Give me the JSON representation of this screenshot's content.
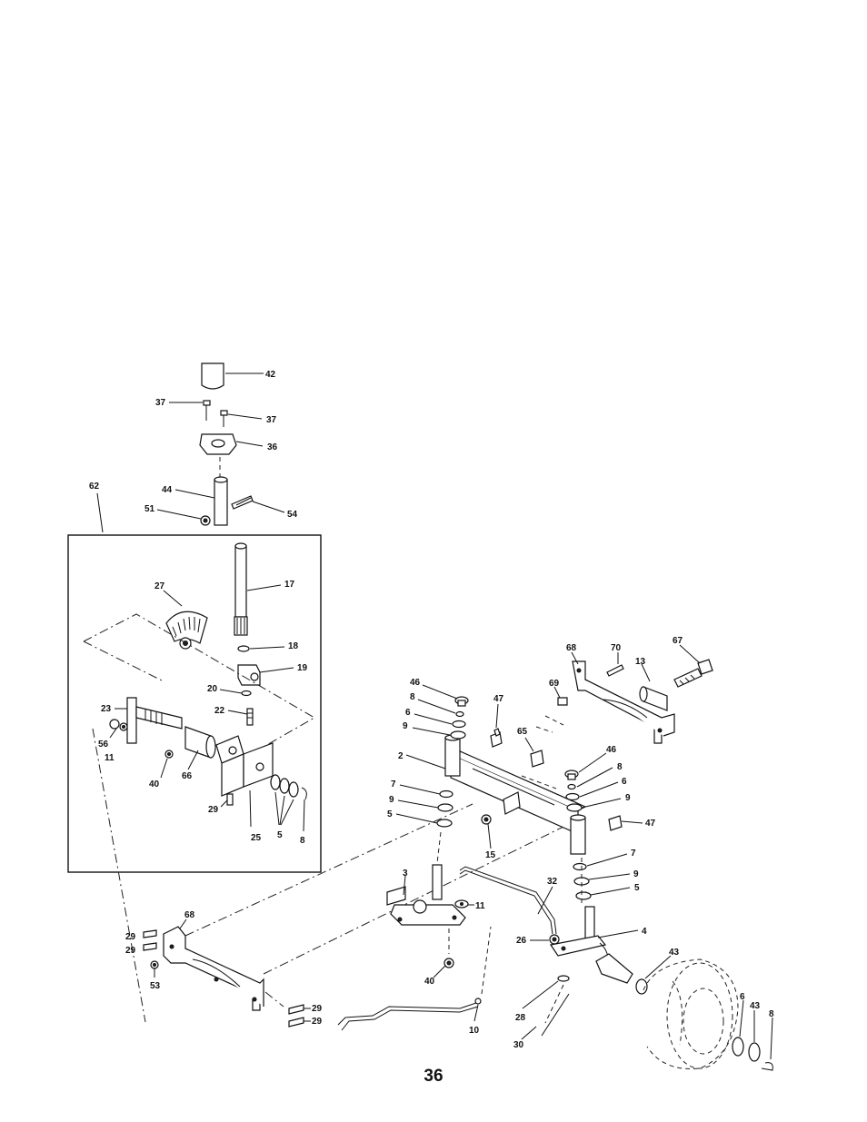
{
  "page_number": "36",
  "callouts": {
    "c42": "42",
    "c37a": "37",
    "c37b": "37",
    "c36": "36",
    "c62": "62",
    "c44": "44",
    "c51": "51",
    "c54": "54",
    "c17": "17",
    "c27": "27",
    "c18": "18",
    "c19": "19",
    "c20": "20",
    "c22": "22",
    "c23": "23",
    "c56": "56",
    "c11a": "11",
    "c40a": "40",
    "c66": "66",
    "c29a": "29",
    "c25": "25",
    "c5a": "5",
    "c8a": "8",
    "c68a": "68",
    "c70": "70",
    "c13": "13",
    "c67": "67",
    "c69": "69",
    "c46a": "46",
    "c8b": "8",
    "c6a": "6",
    "c9a": "9",
    "c47a": "47",
    "c65": "65",
    "c2": "2",
    "c7a": "7",
    "c9b": "9",
    "c5b": "5",
    "c15": "15",
    "c46b": "46",
    "c8c": "8",
    "c6b": "6",
    "c9c": "9",
    "c47b": "47",
    "c7b": "7",
    "c9d": "9",
    "c5c": "5",
    "c3": "3",
    "c32": "32",
    "c11b": "11",
    "c4": "4",
    "c26": "26",
    "c40b": "40",
    "c43a": "43",
    "c28": "28",
    "c30": "30",
    "c10": "10",
    "c68b": "68",
    "c29b": "29",
    "c29c": "29",
    "c53": "53",
    "c29d": "29",
    "c29e": "29",
    "c6c": "6",
    "c43b": "43",
    "c8d": "8"
  }
}
